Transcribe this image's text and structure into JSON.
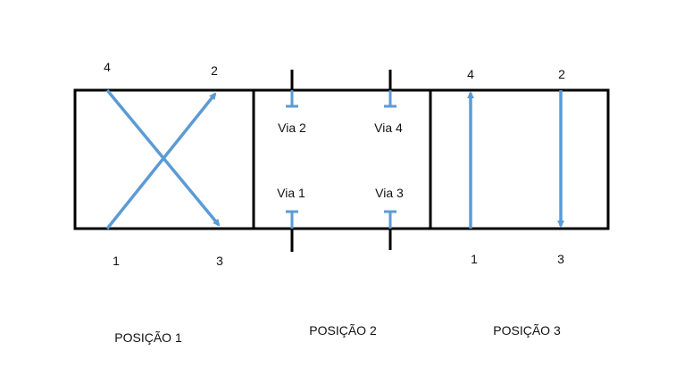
{
  "colors": {
    "arrow": "#5b9bd5",
    "frame": "#000000"
  },
  "positions": [
    {
      "title": "POSIÇÃO 1",
      "ports": {
        "top_left": "4",
        "top_right": "2",
        "bottom_left": "1",
        "bottom_right": "3"
      }
    },
    {
      "title": "POSIÇÃO 2",
      "vias": {
        "top_left": "Via 2",
        "top_right": "Via 4",
        "bottom_left": "Via 1",
        "bottom_right": "Via 3"
      }
    },
    {
      "title": "POSIÇÃO 3",
      "ports": {
        "top_left": "4",
        "top_right": "2",
        "bottom_left": "1",
        "bottom_right": "3"
      }
    }
  ]
}
